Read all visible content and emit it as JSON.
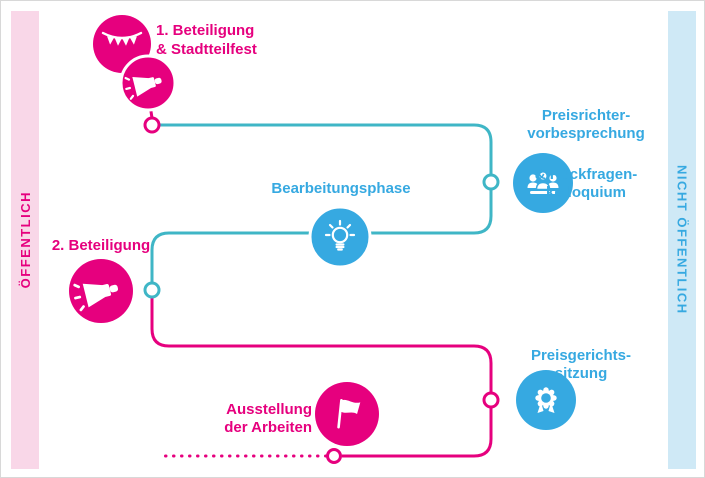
{
  "colors": {
    "pink": "#e6007e",
    "pink_light": "#f9d7e8",
    "blue": "#36a9e1",
    "blue_light": "#cfe9f6",
    "teal": "#3fb6c6",
    "background": "#ffffff"
  },
  "sidebar_left": {
    "label": "ÖFFENTLICH"
  },
  "sidebar_right": {
    "label": "NICHT ÖFFENTLICH"
  },
  "nodes": {
    "step1": {
      "label": "1. Beteiligung\n& Stadtteilfest",
      "color": "pink"
    },
    "preisrichter": {
      "label_line1": "Preisrichter-\nvorbesprechung",
      "label_line2": "& Rückfragen-\nkolloquium",
      "color": "blue"
    },
    "bearbeitungsphase": {
      "label": "Bearbeitungsphase",
      "color": "blue"
    },
    "step2": {
      "label": "2. Beteiligung",
      "color": "pink"
    },
    "preisgericht": {
      "label": "Preisgerichts-\nsitzung",
      "color": "blue"
    },
    "ausstellung": {
      "label": "Ausstellung\nder Arbeiten",
      "color": "pink"
    }
  },
  "icons": {
    "bunting": "pennant-banner",
    "megaphone": "megaphone",
    "committee": "jury-meeting-people",
    "lightbulb": "lightbulb",
    "award": "award-rosette",
    "flag": "flag"
  }
}
